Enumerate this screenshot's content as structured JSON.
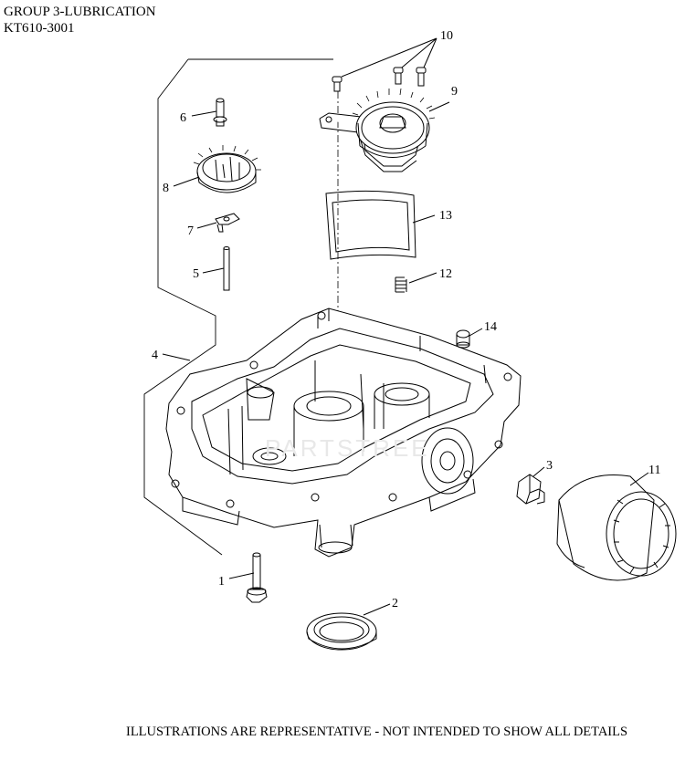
{
  "header": {
    "group_title": "GROUP 3-LUBRICATION",
    "model_code": "KT610-3001"
  },
  "footer": {
    "note": "ILLUSTRATIONS ARE REPRESENTATIVE - NOT INTENDED TO SHOW ALL DETAILS"
  },
  "callouts": {
    "c1": "1",
    "c2": "2",
    "c3": "3",
    "c4": "4",
    "c5": "5",
    "c6": "6",
    "c7": "7",
    "c8": "8",
    "c9": "9",
    "c10": "10",
    "c11": "11",
    "c12": "12",
    "c13": "13",
    "c14": "14"
  }
}
